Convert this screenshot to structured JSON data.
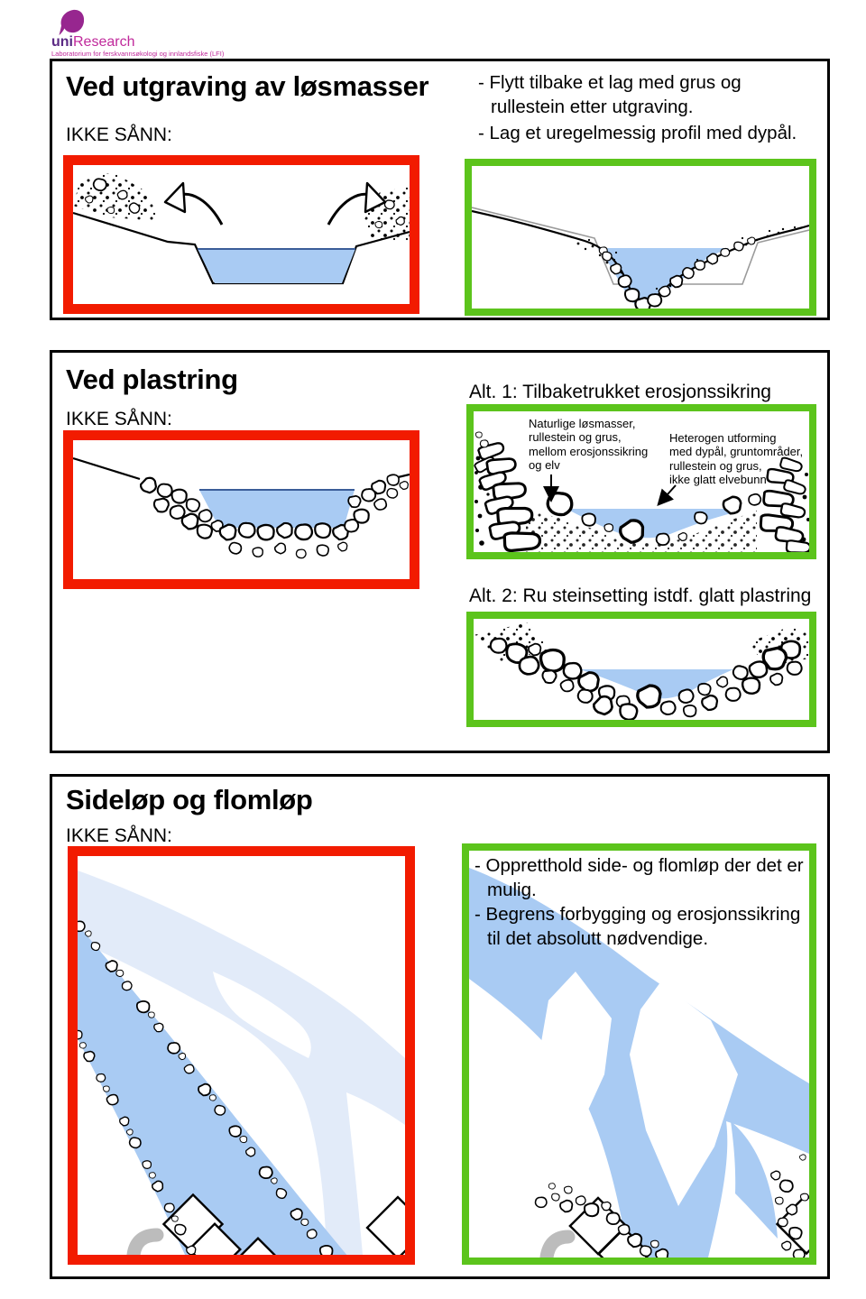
{
  "logo": {
    "brand_bold": "uni",
    "brand_rest": "Research",
    "tagline": "Laboratorium for ferskvannsøkologi og innlandsfiske (LFI)"
  },
  "panel1": {
    "title": "Ved utgraving av løsmasser",
    "not_this_label": "IKKE SÅNN:",
    "bullet1": "- Flytt tilbake et lag med grus og\nrullestein etter utgraving.",
    "bullet2": "- Lag et uregelmessig profil med dypål."
  },
  "panel2": {
    "title": "Ved plastring",
    "not_this_label": "IKKE SÅNN:",
    "alt1_heading": "Alt. 1: Tilbaketrukket erosjonssikring",
    "alt1_note_left": "Naturlige løsmasser,\nrullestein og grus,\nmellom erosjonssikring\nog elv",
    "alt1_note_right": "Heterogen utforming\nmed dypål, gruntområder,\nrullestein og grus,\nikke glatt elvebunn",
    "alt2_heading": "Alt. 2: Ru steinsetting istdf. glatt plastring"
  },
  "panel3": {
    "title": "Sideløp og flomløp",
    "not_this_label": "IKKE SÅNN:",
    "bullet1": "- Oppretthold side- og flomløp der det er\nmulig.",
    "bullet2": "- Begrens forbygging og erosjonssikring\ntil det absolutt nødvendige."
  },
  "colors": {
    "wrong_frame": "#f21b00",
    "right_frame": "#5cc41c",
    "water": "#a9cbf3",
    "water_pale": "#e2ebf9",
    "water_edge": "#3b5d99",
    "profile_gray": "#9a9a9a",
    "road_gray": "#bcbcbc",
    "brand_purple": "#5b2a84",
    "brand_magenta": "#c0299b",
    "brand_balloon": "#97268f"
  }
}
